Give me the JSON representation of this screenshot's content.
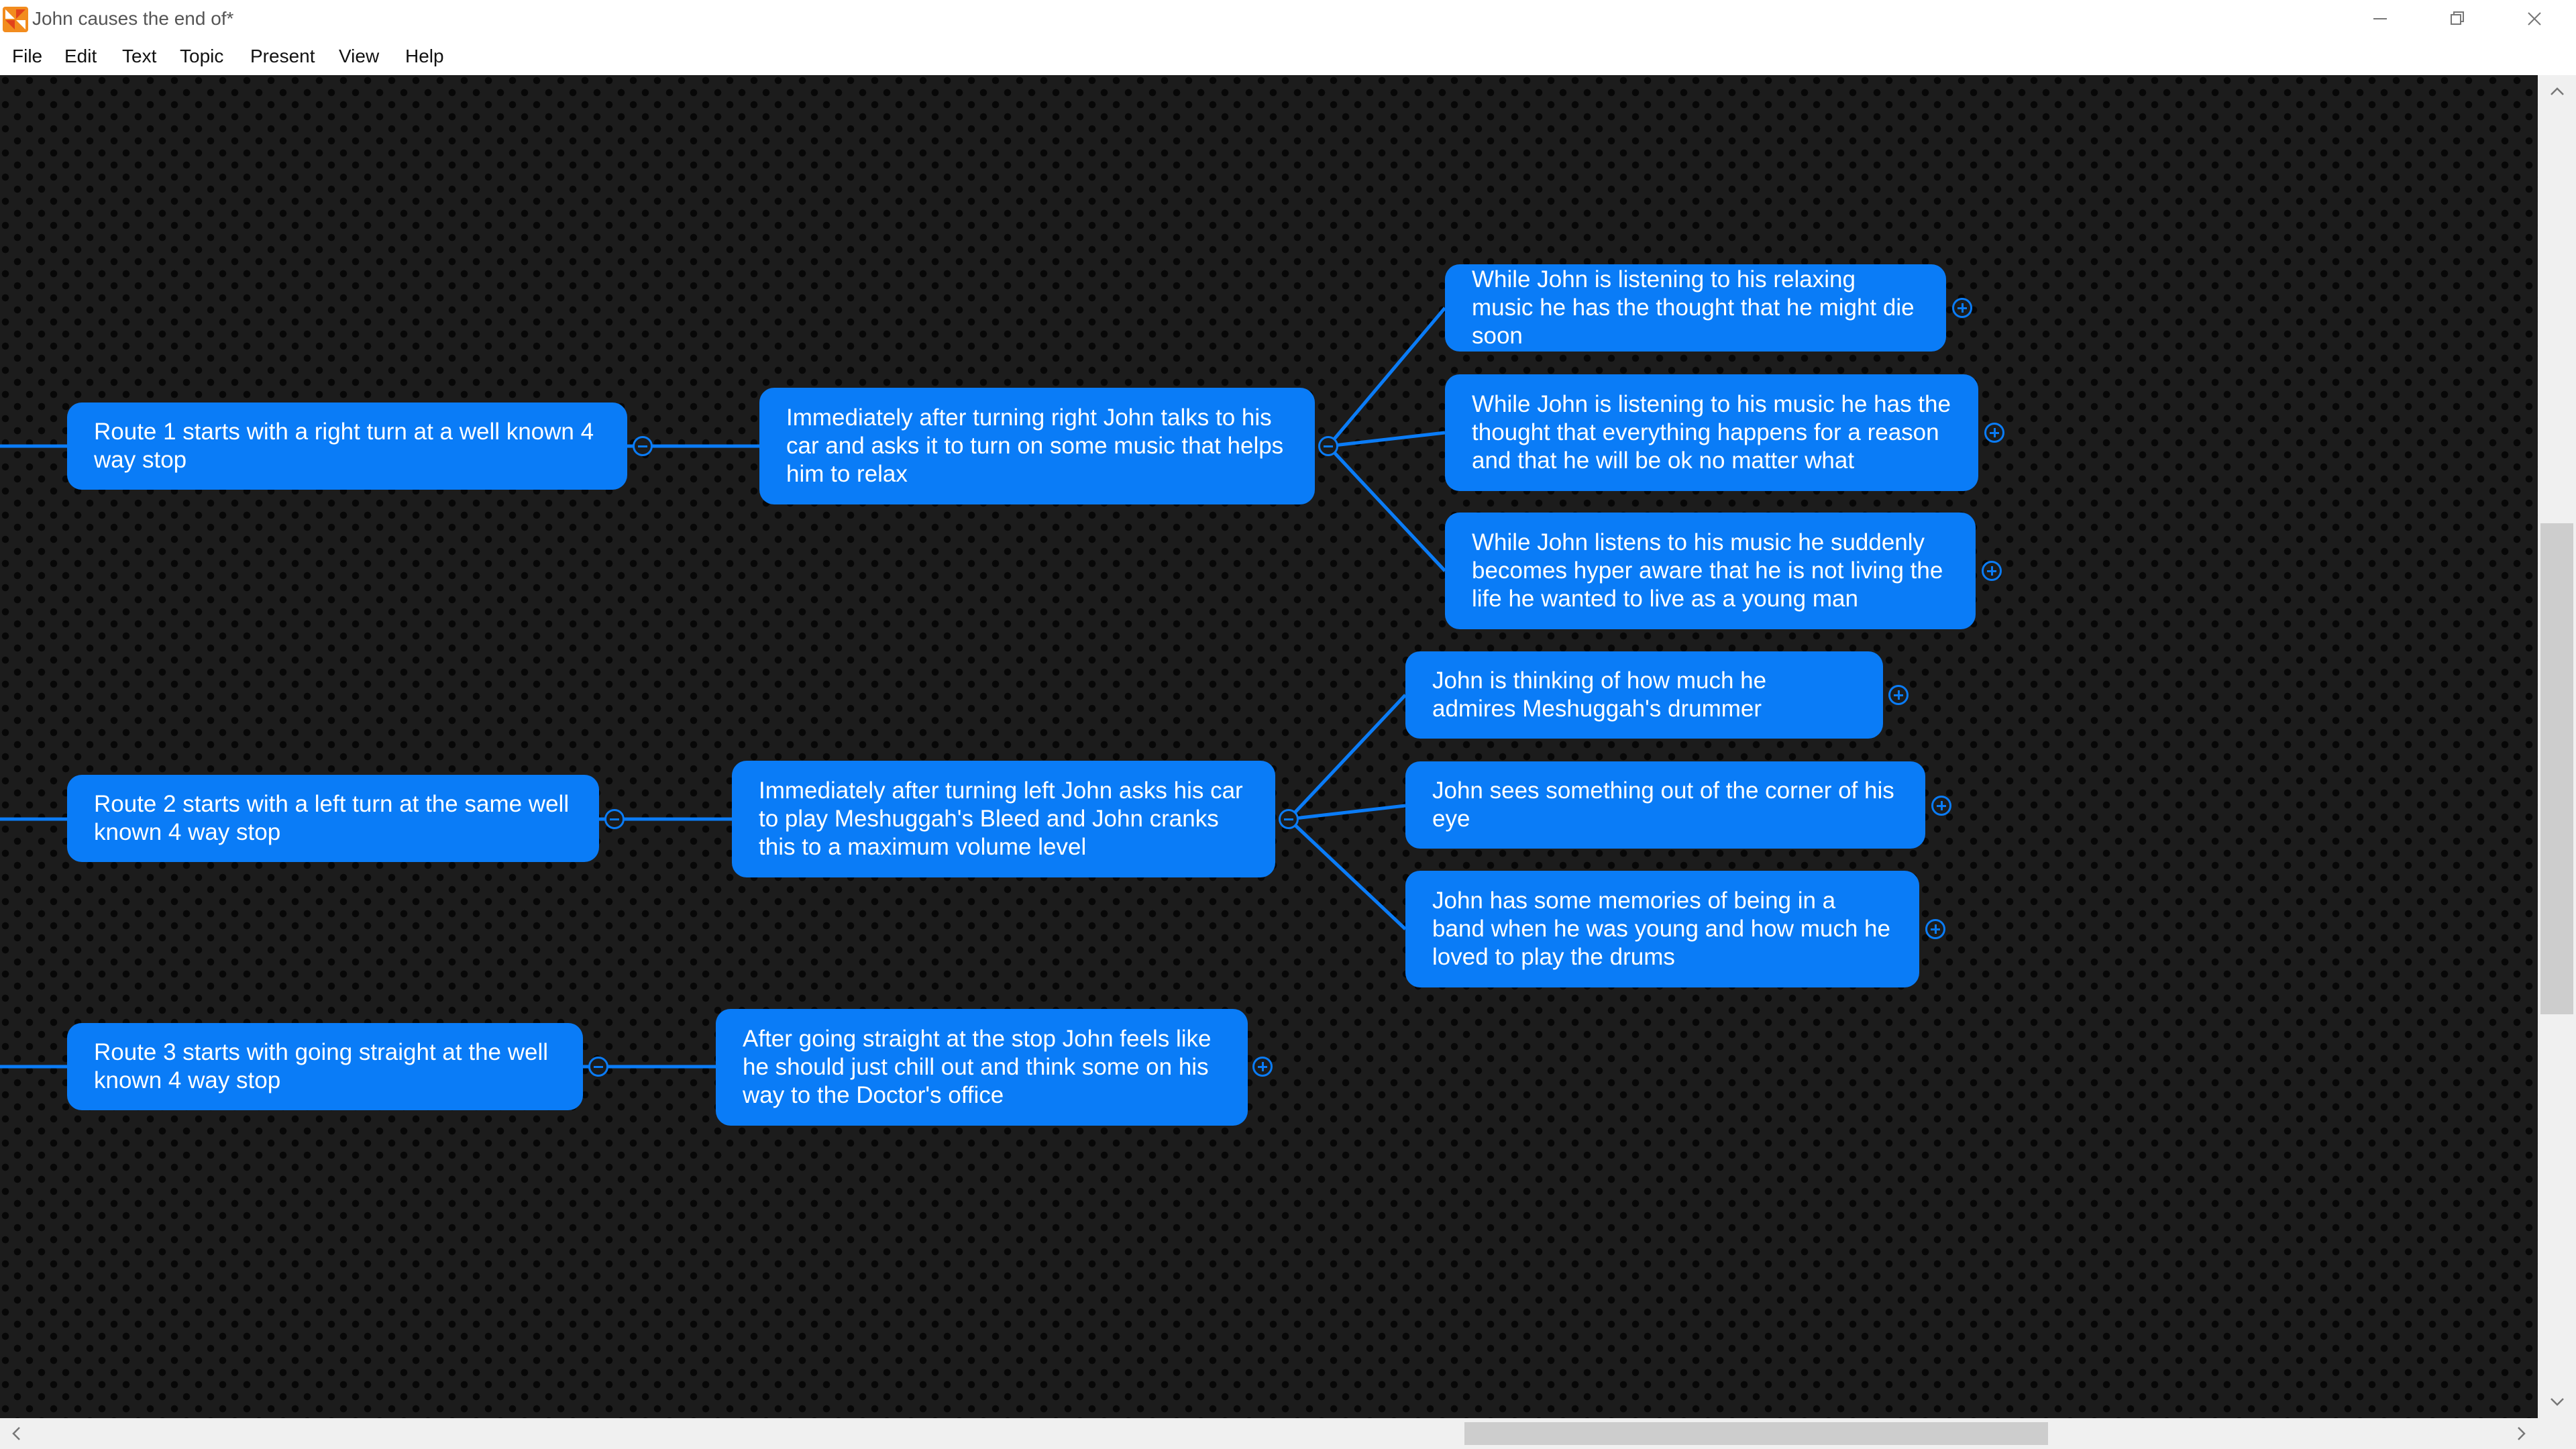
{
  "window": {
    "title": "John causes the end of*"
  },
  "menu": [
    "File",
    "Edit",
    "Text",
    "Topic",
    "Present",
    "View",
    "Help"
  ],
  "colors": {
    "topic_fill": "#0a7cf7",
    "connector": "#0a7cf7",
    "canvas_bg": "#1c1c1c",
    "topic_text": "#ffffff"
  },
  "topics": {
    "route1": "Route 1 starts with a right turn at a well known 4 way stop",
    "route1_child": "Immediately after turning right John talks to his car and asks it to turn on some music that helps him to relax",
    "route1_leaf1": "While John is listening to his relaxing music he has the thought that he might die soon",
    "route1_leaf2": "While John is listening to his music he has the thought that everything happens for a reason and that he will be ok no matter what",
    "route1_leaf3": "While John listens to his music he suddenly becomes hyper aware that he is not living the life he wanted to live as a young man",
    "route2": "Route 2 starts with a left turn at the same well known 4 way stop",
    "route2_child": "Immediately after turning left John asks his car to play Meshuggah's Bleed and John cranks this to a maximum volume level",
    "route2_leaf1": "John is thinking of how much he admires Meshuggah's drummer",
    "route2_leaf2": "John sees something out of the corner of his eye",
    "route2_leaf3": "John has some memories of being in a band when he was young and how much he loved to play the drums",
    "route3": "Route 3 starts with going straight at the well known 4 way stop",
    "route3_child": "After going straight at the stop John feels like he should just chill out and think some on his way to the Doctor's office"
  },
  "icons": {
    "app": "mindmap-app-icon",
    "collapse": "collapse-minus-icon",
    "expand": "expand-plus-icon"
  }
}
